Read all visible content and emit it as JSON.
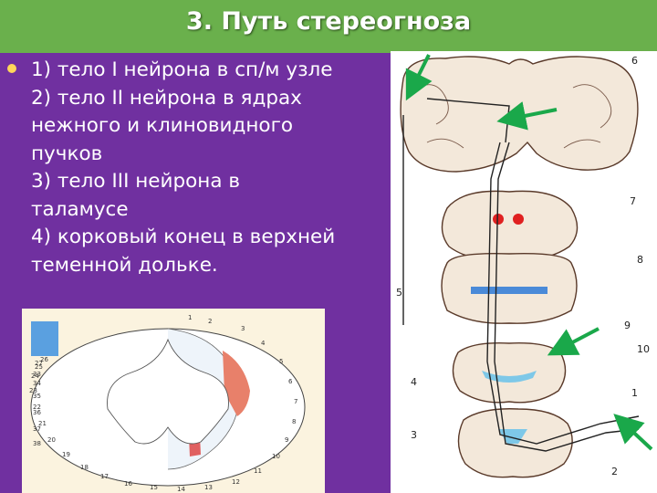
{
  "slide": {
    "title": "3. Путь стереогноза",
    "lines": [
      "1) тело I нейрона в сп/м узле",
      "2) тело II нейрона в ядрах",
      "нежного и клиновидного",
      "пучков",
      "3) тело  III нейрона в",
      "таламусе",
      "4) корковый конец в верхней",
      "теменной дольке."
    ]
  },
  "figure_right": {
    "labels": [
      "6",
      "7",
      "8",
      "5",
      "9",
      "10",
      "4",
      "1",
      "3",
      "2"
    ]
  },
  "figure_left": {
    "labels": [
      "1",
      "2",
      "3",
      "4",
      "5",
      "6",
      "7",
      "8",
      "9",
      "10",
      "11",
      "12",
      "13",
      "14",
      "15",
      "16",
      "17",
      "18",
      "19",
      "20",
      "21",
      "22",
      "23",
      "24",
      "25",
      "26",
      "27",
      "33",
      "34",
      "35",
      "36",
      "37",
      "38"
    ]
  },
  "colors": {
    "background": "#7030a0",
    "title_bar": "#6ab04c",
    "arrow": "#1aa84a",
    "bullet": "#ffd65a"
  }
}
